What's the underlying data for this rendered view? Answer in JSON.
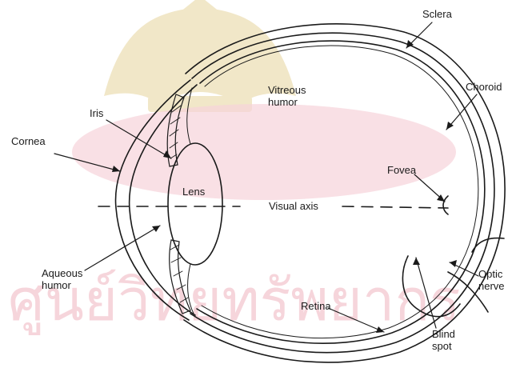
{
  "labels": {
    "sclera": "Sclera",
    "choroid": "Choroid",
    "vitreous": "Vitreous\nhumor",
    "iris": "Iris",
    "cornea": "Cornea",
    "lens": "Lens",
    "visual_axis": "Visual axis",
    "fovea": "Fovea",
    "aqueous": "Aqueous\nhumor",
    "optic_nerve": "Optic\nnerve",
    "retina": "Retina",
    "blind_spot": "Blind\nspot"
  },
  "watermark": {
    "text": "ศูนย์วิทยทรัพยากร",
    "color": "#f3c7cf"
  },
  "colors": {
    "line": "#1a1a1a",
    "watermark_pink": "#f6d3da",
    "watermark_gold": "#efe3bf"
  }
}
